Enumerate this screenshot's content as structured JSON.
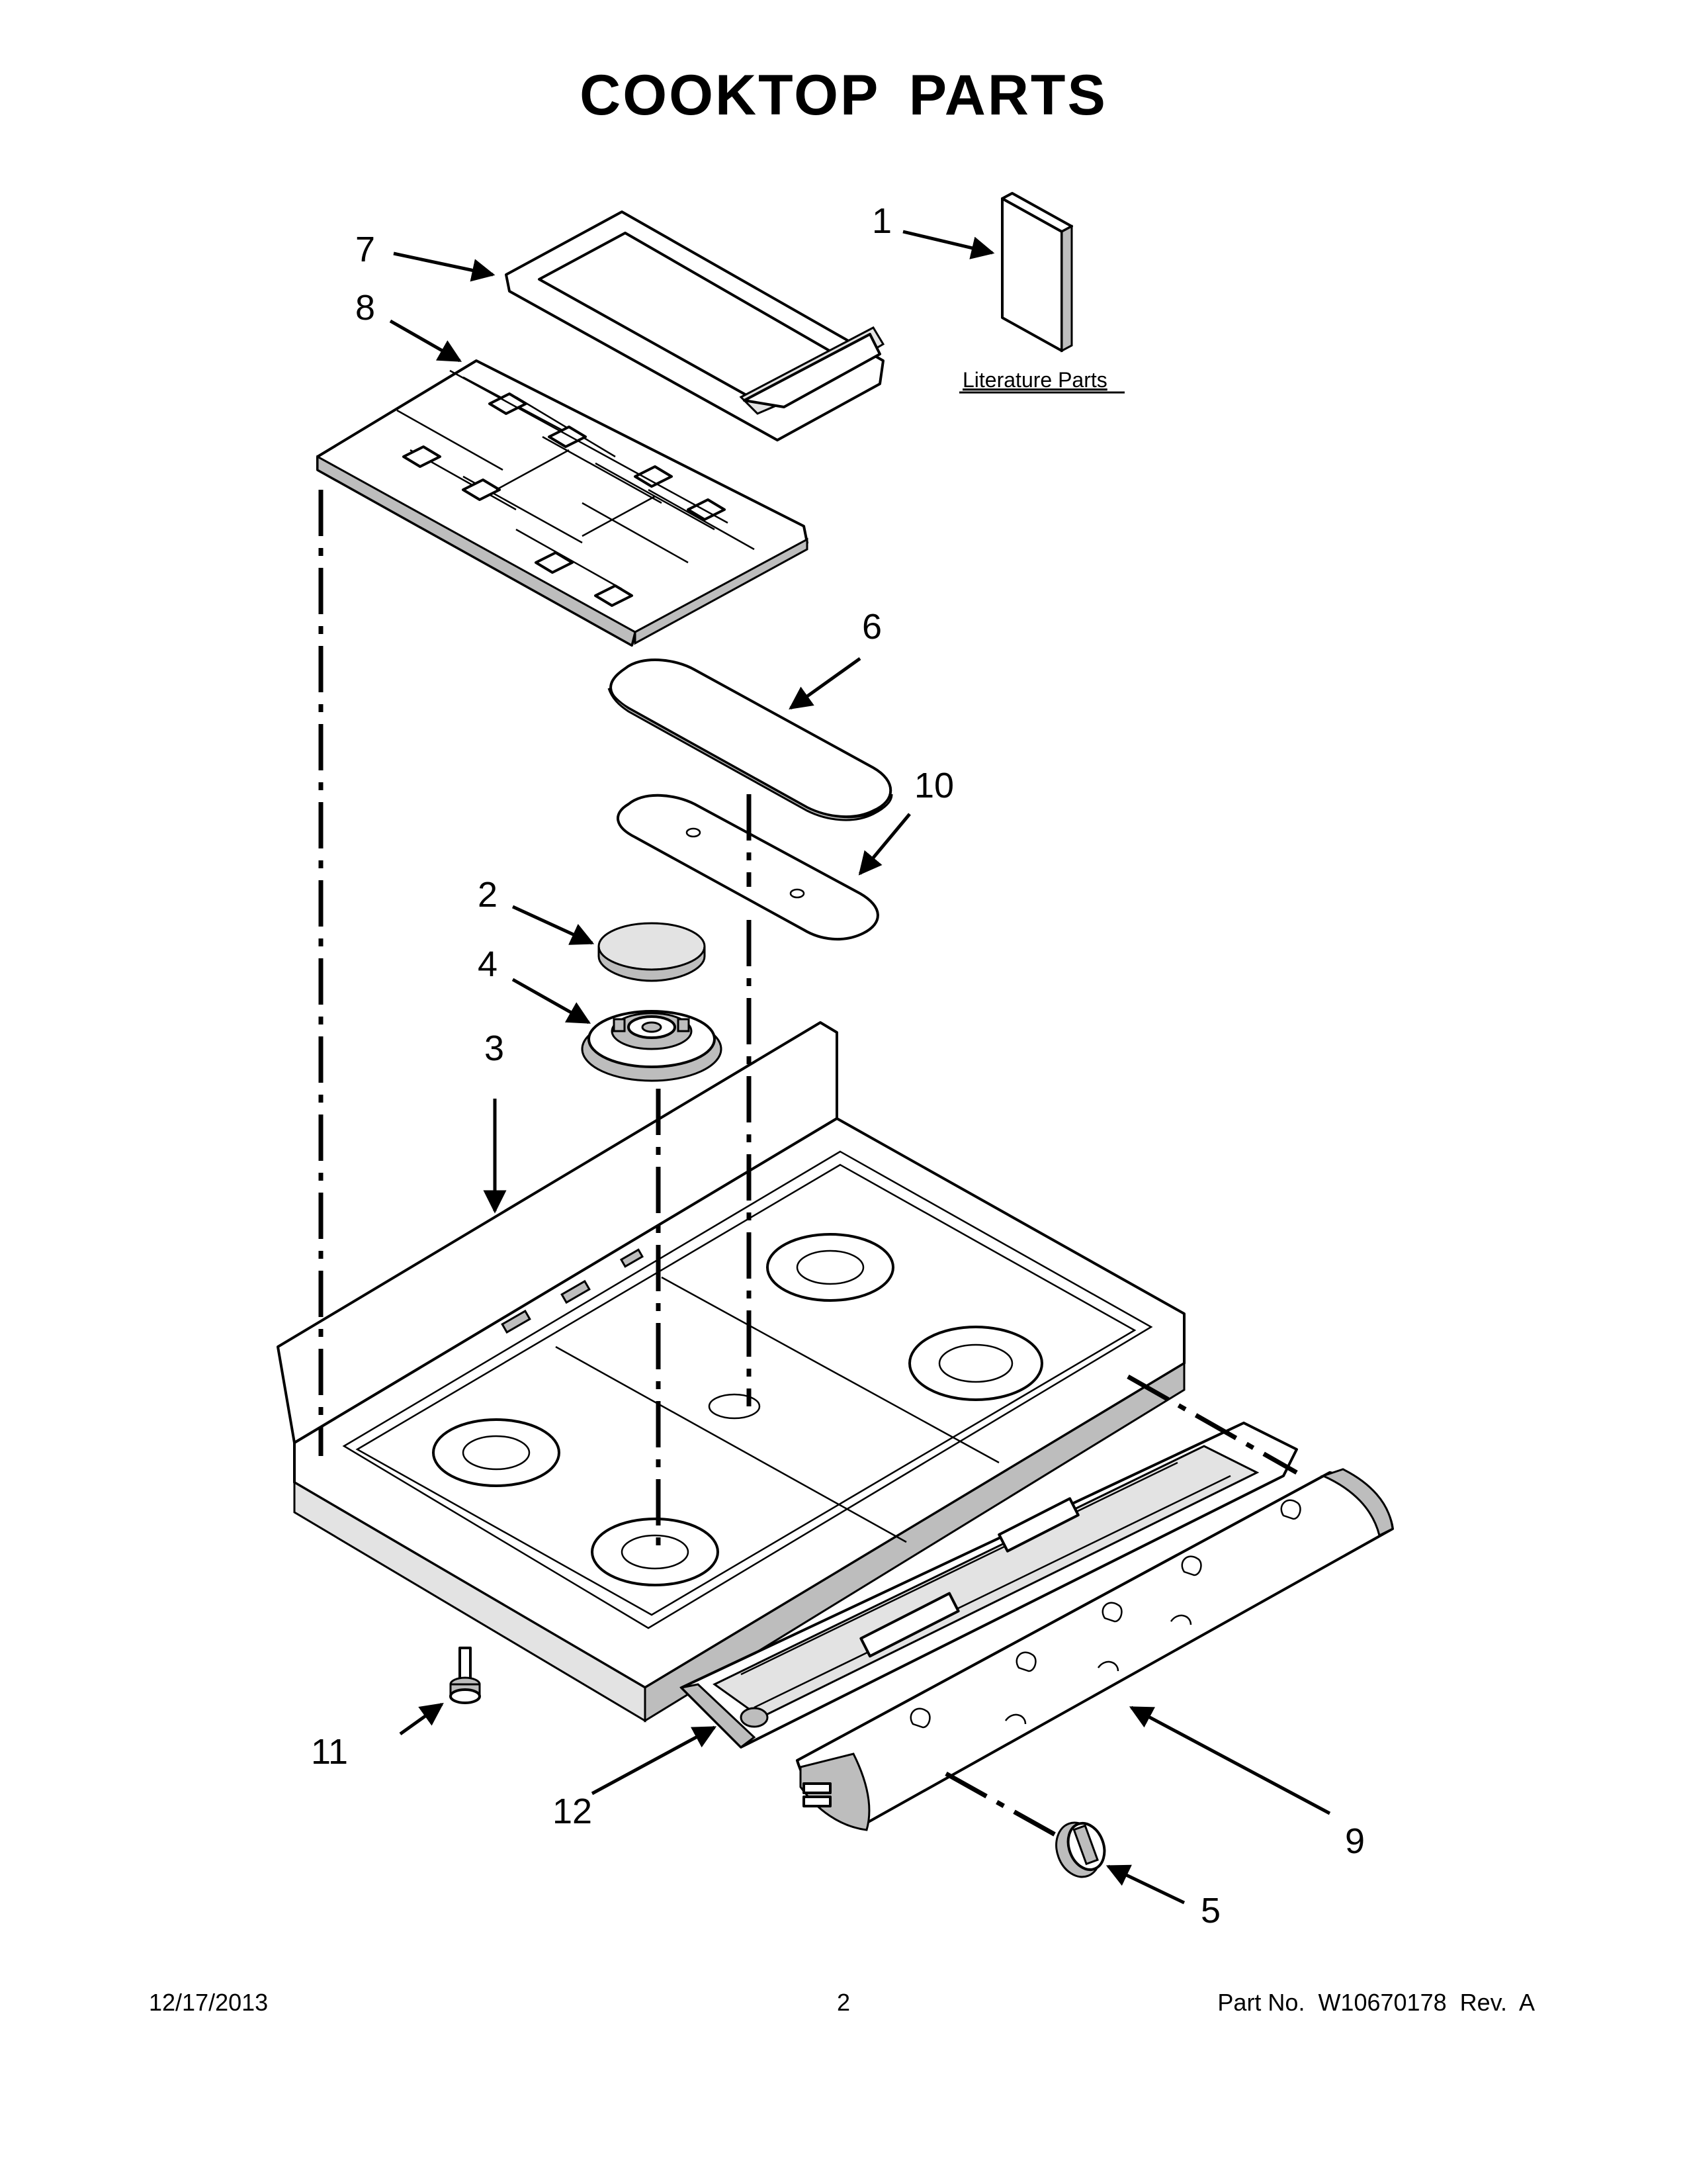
{
  "title": "COOKTOP PARTS",
  "literature_label": "Literature Parts",
  "callouts": [
    {
      "label": "1"
    },
    {
      "label": "2"
    },
    {
      "label": "3"
    },
    {
      "label": "4"
    },
    {
      "label": "5"
    },
    {
      "label": "6"
    },
    {
      "label": "7"
    },
    {
      "label": "8"
    },
    {
      "label": "9"
    },
    {
      "label": "10"
    },
    {
      "label": "11"
    },
    {
      "label": "12"
    }
  ],
  "footer": {
    "date": "12/17/2013",
    "page": "2",
    "part_number": "Part No.  W10670178  Rev.  A"
  }
}
